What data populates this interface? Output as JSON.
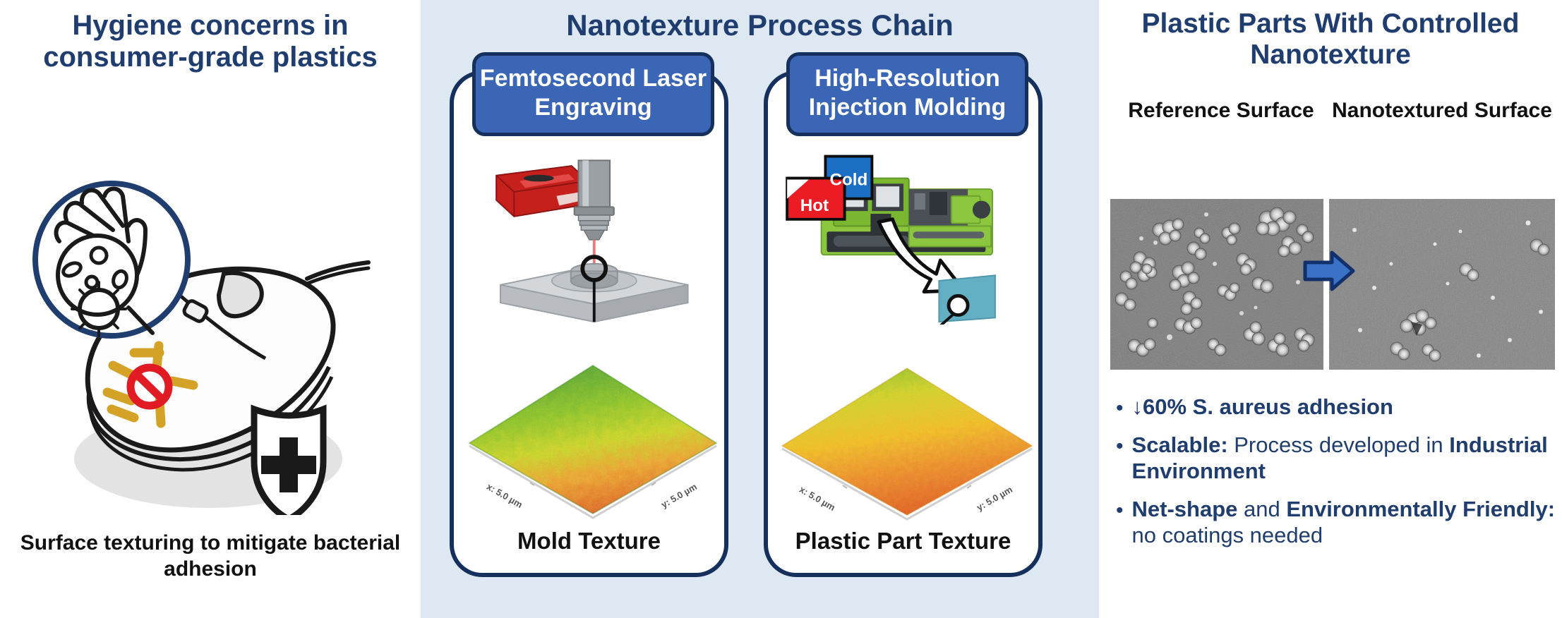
{
  "colors": {
    "navy": "#1f3d6e",
    "dark_navy_border": "#15305c",
    "header_blue": "#3a66b5",
    "panel_bg_blue": "#dde8f3",
    "bacteria_gold": "#d4a226",
    "prohibition_red": "#e01b24",
    "hot_red": "#ec1c24",
    "cold_blue": "#1a6fc4",
    "machine_green": "#8cc63f",
    "part_teal": "#63b0c4",
    "laser_red": "#d02020",
    "arrow_blue": "#3a72c8"
  },
  "left": {
    "title": "Hygiene concerns in consumer-grade plastics",
    "caption": "Surface texturing to mitigate bacterial adhesion",
    "icons": {
      "magnifier": "magnifier-germ-icon",
      "hand": "hand-icon",
      "germ": "germ-icon",
      "bacteria": "bacteria-cluster-icon",
      "no_sign": "prohibition-icon",
      "shield": "shield-plus-icon",
      "mouse": "computer-mouse-icon"
    }
  },
  "center": {
    "title": "Nanotexture Process Chain",
    "cards": [
      {
        "header": "Femtosecond Laser Engraving",
        "footer": "Mold Texture",
        "surface": {
          "x_label": "x: 5.0 µm",
          "y_label": "y: 5.0 µm",
          "palette": "green-dominant"
        },
        "icons": {
          "source": "laser-source-icon",
          "lens": "laser-lens-icon",
          "beam": "laser-beam-icon",
          "mold": "mold-base-icon",
          "insert": "mold-insert-icon"
        }
      },
      {
        "header": "High-Resolution Injection Molding",
        "footer": "Plastic Part Texture",
        "surface": {
          "x_label": "x: 5.0 µm",
          "y_label": "y: 5.0 µm",
          "palette": "orange-dominant"
        },
        "badges": [
          {
            "label": "Hot",
            "color": "#ec1c24"
          },
          {
            "label": "Cold",
            "color": "#1a6fc4"
          }
        ],
        "icons": {
          "machine": "injection-molding-machine-icon",
          "arrow": "curved-arrow-icon",
          "part": "plastic-part-icon",
          "callout": "callout-circle-icon"
        }
      }
    ]
  },
  "right": {
    "title": "Plastic Parts With Controlled Nanotexture",
    "sem": {
      "left_label": "Reference Surface",
      "right_label": "Nanotextured Surface",
      "arrow_icon": "right-arrow-icon"
    },
    "bullets": [
      {
        "bold_lead": "↓60% S. aureus adhesion",
        "regular": "",
        "bold_tail": ""
      },
      {
        "bold_lead": "Scalable:",
        "regular": " Process developed in ",
        "bold_tail": "Industrial Environment"
      },
      {
        "bold_lead": "Net-shape",
        "regular": " and ",
        "bold_tail": "Environmentally Friendly:",
        "regular_tail": " no coatings needed"
      }
    ]
  }
}
